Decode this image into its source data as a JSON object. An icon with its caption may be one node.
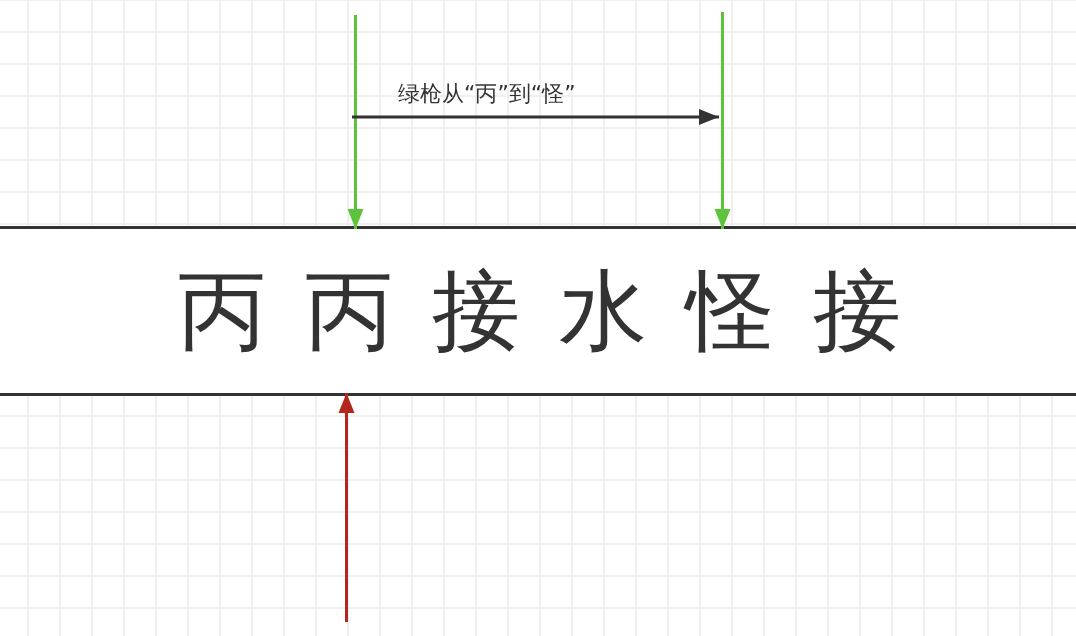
{
  "diagram": {
    "nodes": [
      {
        "text": [],
        "shape": "box"
      },
      {
        "text": [
          "丙"
        ],
        "in": 0
      },
      {
        "text": [
          "丙"
        ],
        "in": 0
      },
      {
        "text": [
          "接"
        ],
        "in": 0
      },
      {
        "text": [
          "水"
        ],
        "in": 0
      },
      {
        "text": [
          "怪"
        ],
        "in": 0
      },
      {
        "text": [
          "接"
        ],
        "in": 0
      }
    ],
    "edges": [
      {
        "from": null,
        "to": 2,
        "arrow": "to"
      },
      {
        "from": null,
        "to": 5,
        "arrow": "to"
      },
      {
        "from": null,
        "to": 2,
        "arrow": "to",
        "color": "#b3261e"
      }
    ],
    "labels": [
      "绿枪从“丙”到“怪”"
    ]
  }
}
